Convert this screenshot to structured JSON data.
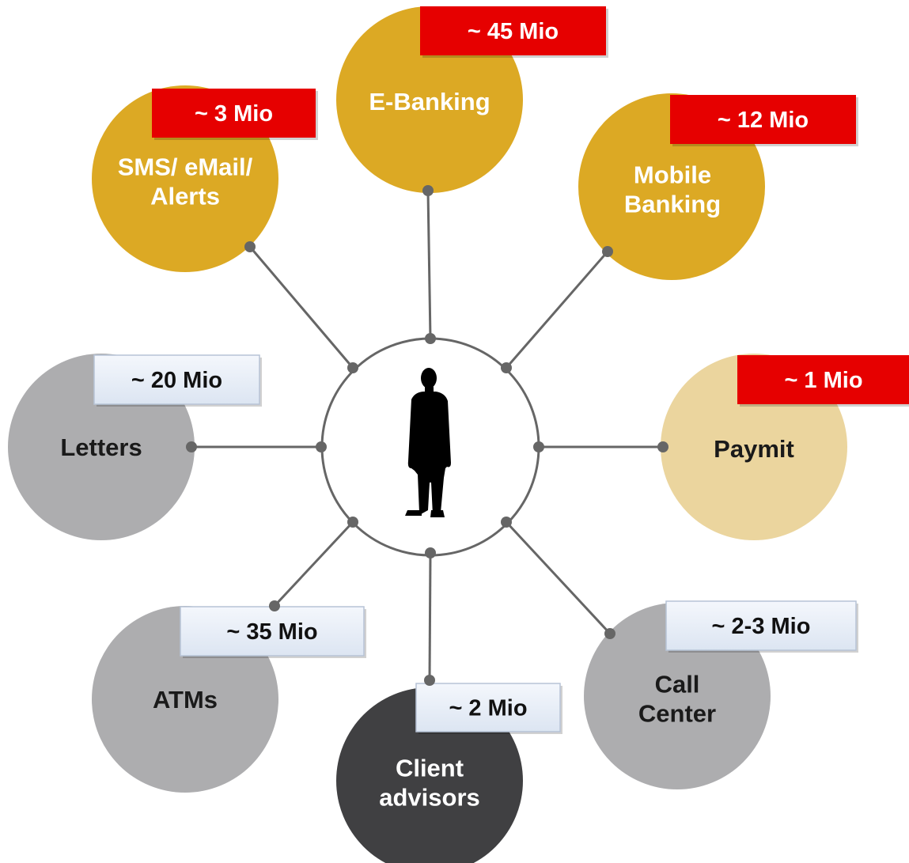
{
  "center": {
    "icon": "person-silhouette-icon"
  },
  "colors": {
    "digital_channel": "#DCA924",
    "paymit": "#EBD59E",
    "traditional_channel": "#ADADAF",
    "client_advisors": "#404042",
    "badge_red": "#E60000",
    "badge_light": "#E6EDF7",
    "connector": "#666666"
  },
  "channels": [
    {
      "id": "ebanking",
      "label": [
        "E-Banking"
      ],
      "badge": "~ 45 Mio",
      "badge_style": "red",
      "fill": "#DCA924",
      "text_color": "#ffffff"
    },
    {
      "id": "mobile-banking",
      "label": [
        "Mobile",
        "Banking"
      ],
      "badge": "~ 12 Mio",
      "badge_style": "red",
      "fill": "#DCA924",
      "text_color": "#ffffff"
    },
    {
      "id": "paymit",
      "label": [
        "Paymit"
      ],
      "badge": "~ 1 Mio",
      "badge_style": "red",
      "fill": "#EBD59E",
      "text_color": "#1a1a1a"
    },
    {
      "id": "call-center",
      "label": [
        "Call",
        "Center"
      ],
      "badge": "~ 2-3 Mio",
      "badge_style": "light",
      "fill": "#ADADAF",
      "text_color": "#1a1a1a"
    },
    {
      "id": "client-advisors",
      "label": [
        "Client",
        "advisors"
      ],
      "badge": "~ 2 Mio",
      "badge_style": "light",
      "fill": "#404042",
      "text_color": "#ffffff"
    },
    {
      "id": "atms",
      "label": [
        "ATMs"
      ],
      "badge": "~ 35 Mio",
      "badge_style": "light",
      "fill": "#ADADAF",
      "text_color": "#1a1a1a"
    },
    {
      "id": "letters",
      "label": [
        "Letters"
      ],
      "badge": "~ 20 Mio",
      "badge_style": "light",
      "fill": "#ADADAF",
      "text_color": "#1a1a1a"
    },
    {
      "id": "sms-email-alerts",
      "label": [
        "SMS/ eMail/",
        "Alerts"
      ],
      "badge": "~ 3 Mio",
      "badge_style": "red",
      "fill": "#DCA924",
      "text_color": "#ffffff"
    }
  ]
}
